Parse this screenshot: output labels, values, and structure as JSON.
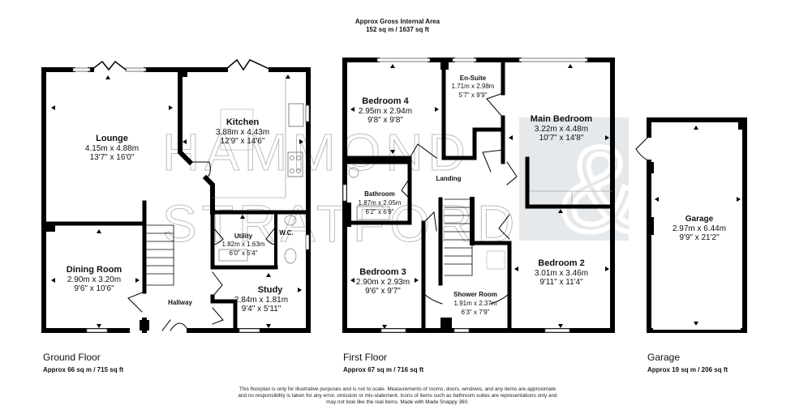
{
  "header": {
    "title": "Approx Gross Internal Area",
    "total_area": "152 sq m / 1637 sq ft"
  },
  "watermark": {
    "line1": "HAMMOND",
    "line2": "STRATFORD",
    "symbol": "&"
  },
  "floors": [
    {
      "name": "Ground Floor",
      "area": "Approx 66 sq m / 715 sq ft",
      "rooms": [
        {
          "name": "Lounge",
          "metric": "4.15m x 4.88m",
          "imperial": "13'7\" x 16'0\""
        },
        {
          "name": "Kitchen",
          "metric": "3.88m x 4.43m",
          "imperial": "12'9\" x 14'6\""
        },
        {
          "name": "Dining Room",
          "metric": "2.90m x 3.20m",
          "imperial": "9'6\" x 10'6\""
        },
        {
          "name": "Utility",
          "metric": "1.82m x 1.63m",
          "imperial": "6'0\" x 5'4\""
        },
        {
          "name": "W.C.",
          "metric": "",
          "imperial": ""
        },
        {
          "name": "Study",
          "metric": "2.84m x 1.81m",
          "imperial": "9'4\" x 5'11\""
        },
        {
          "name": "Hallway",
          "metric": "",
          "imperial": ""
        }
      ]
    },
    {
      "name": "First Floor",
      "area": "Approx 67 sq m / 716 sq ft",
      "rooms": [
        {
          "name": "Bedroom 4",
          "metric": "2.95m x 2.94m",
          "imperial": "9'8\" x 9'8\""
        },
        {
          "name": "En-Suite",
          "metric": "1.71m x 2.98m",
          "imperial": "5'7\" x 9'9\""
        },
        {
          "name": "Main Bedroom",
          "metric": "3.22m x 4.48m",
          "imperial": "10'7\" x 14'8\""
        },
        {
          "name": "Landing",
          "metric": "",
          "imperial": ""
        },
        {
          "name": "Bathroom",
          "metric": "1.87m x 2.05m",
          "imperial": "6'2\" x 6'9\""
        },
        {
          "name": "Bedroom 3",
          "metric": "2.90m x 2.93m",
          "imperial": "9'6\" x 9'7\""
        },
        {
          "name": "Shower Room",
          "metric": "1.91m x 2.37m",
          "imperial": "6'3\" x 7'9\""
        },
        {
          "name": "Bedroom 2",
          "metric": "3.01m x 3.46m",
          "imperial": "9'11\" x 11'4\""
        }
      ]
    },
    {
      "name": "Garage",
      "area": "Approx 19 sq m / 206 sq ft",
      "rooms": [
        {
          "name": "Garage",
          "metric": "2.97m x 6.44m",
          "imperial": "9'9\" x 21'2\""
        }
      ]
    }
  ],
  "disclaimer": {
    "line1": "This floorplan is only for illustrative purposes and is not to scale. Measurements of rooms, doors, windows, and any items are approximate",
    "line2": "and no responsibility is taken for any error, omission or mis-statement. Icons of items such as bathroom suites are representations only and",
    "line3": "may not look like the real items. Made with Made Snappy 360."
  },
  "colors": {
    "wall": "#000000",
    "background": "#ffffff",
    "watermark_stroke": "#bdbdbd",
    "watermark_block": "#e6e9eb"
  }
}
